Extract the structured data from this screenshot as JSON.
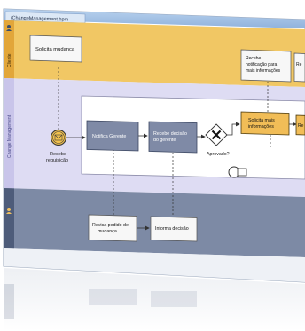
{
  "window": {
    "tab_title": "/ChangeManagement.bpm"
  },
  "lanes": {
    "top": {
      "label": "Cliente",
      "bg": "#f1c764"
    },
    "middle": {
      "label": "Change Management",
      "bg": "#dedcf3"
    },
    "bottom": {
      "label": "",
      "bg": "#7d8aa5"
    }
  },
  "diagram": {
    "tasks": {
      "solicita_mudanca": "Solicita mudança",
      "recebe_notificacao": [
        "Recebe",
        "notificação para",
        "mais informações"
      ],
      "recebe_cut": "Re",
      "notifica_gerente": "Notifica Gerente",
      "recebe_decisao": [
        "Recebe decisão",
        "do gerente"
      ],
      "solicita_mais_info": [
        "Solicita mais",
        "informações"
      ],
      "re_cut": "Re",
      "revisa_pedido": [
        "Revisa pedido de",
        "mudança"
      ],
      "informa_decisao": "Informa decisão"
    },
    "event_label": [
      "Recebe",
      "requisição"
    ],
    "gateway_label": "Aprovado?"
  },
  "colors": {
    "task_fill_light": "#f7f7f7",
    "task_fill_gray": "#7f8aa6",
    "task_fill_orange": "#f1bd57",
    "event_fill": "#f3c24f",
    "accent_blue": "#2b5aa5"
  }
}
